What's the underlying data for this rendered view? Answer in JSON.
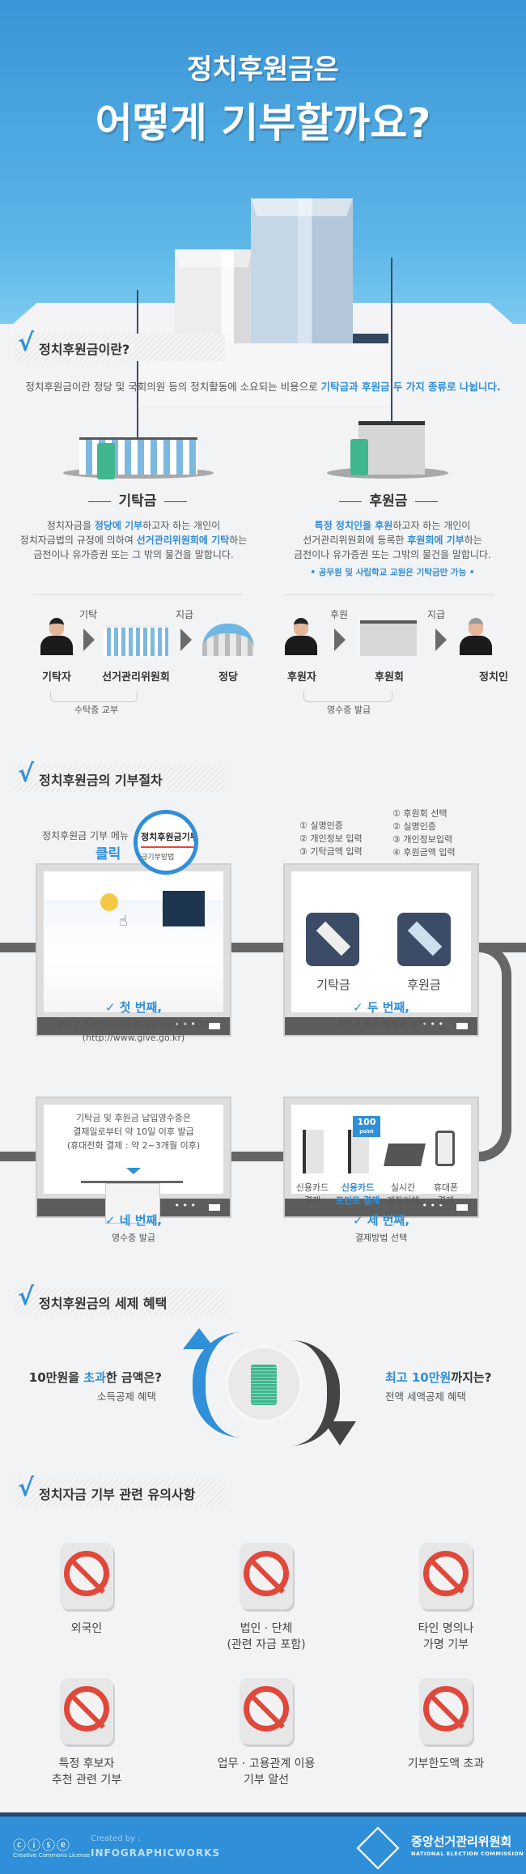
{
  "hero": {
    "title_line1": "정치후원금은",
    "title_line2": "어떻게 기부할까요?"
  },
  "section1": {
    "title": "정치후원금이란?",
    "intro_plain": "정치후원금이란 정당 및 국회의원 등의 정치활동에 소요되는 비용으로 ",
    "intro_highlight": "기탁금과 후원금 두 가지 종류로 나뉩니다.",
    "left": {
      "label": "기탁금",
      "d1a": "정치자금을 ",
      "d1b": "정당에 기부",
      "d1c": "하고자 하는 개인이",
      "d2a": "정치자금법의 규정에 의하여 ",
      "d2b": "선거관리위원회에 기탁",
      "d2c": "하는",
      "d3": "금전이나 유가증권 또는 그 밖의 물건을 말합니다."
    },
    "right": {
      "label": "후원금",
      "d1b": "특정 정치인을 후원",
      "d1c": "하고자 하는 개인이",
      "d2a": "선거관리위원회에 등록한 ",
      "d2b": "후원회에 기부",
      "d2c": "하는",
      "d3": "금전이나 유가증권 또는 그밖의 물건을 말합니다.",
      "note": "• 공무원 및 사립학교 교원은 기탁금만 가능 •"
    },
    "flow_left": {
      "step1": "기탁",
      "step2": "지급",
      "nodes": [
        "기탁자",
        "선거관리위원회",
        "정당"
      ],
      "return": "수탁증 교부"
    },
    "flow_right": {
      "step1": "후원",
      "step2": "지급",
      "nodes": [
        "후원자",
        "후원회",
        "정치인"
      ],
      "return": "영수증 발급"
    }
  },
  "section2": {
    "title": "정치후원금의 기부절차",
    "menu_hint": "정치후원금 기부 메뉴",
    "click": "클릭",
    "zoom_menu": "정치후원금기부",
    "zoom_sub": "금기부방법",
    "giftak_steps": [
      "① 실명인증",
      "② 개인정보 입력",
      "③ 기탁금액 입력"
    ],
    "huwon_steps": [
      "① 후원회 선택",
      "② 실명인증",
      "③ 개인정보입력",
      "④ 후원금액 입력"
    ],
    "btn_giftak": "기탁금",
    "btn_huwon": "후원금",
    "step1": {
      "title": "✓ 첫 번째,",
      "desc": "중앙선거관리위원회 정치후원금센터 접속",
      "url": "(http://www.give.go.kr)"
    },
    "step2": {
      "title": "✓ 두 번째,",
      "desc": "기탁금 또는 후원금 선택"
    },
    "step3": {
      "title": "✓ 세 번째,",
      "desc": "결제방법 선택"
    },
    "step4": {
      "title": "✓ 네 번째,",
      "desc": "영수증 발급"
    },
    "receipt_lines": [
      "기탁금 및 후원금 납입영수증은",
      "결제일로부터 약 10일 이후 발급",
      "(휴대전화 결제 : 약 2~3개월 이후)"
    ],
    "pay": [
      {
        "l1": "신용카드",
        "l2": "결제"
      },
      {
        "l1": "신용카드",
        "l2": "포인트 결제"
      },
      {
        "l1": "실시간",
        "l2": "계좌이체"
      },
      {
        "l1": "휴대폰",
        "l2": "결제"
      }
    ],
    "point_badge": "100",
    "point_sub": "point"
  },
  "section3": {
    "title": "정치후원금의 세제 혜택",
    "left_a": "10만원을 ",
    "left_b": "초과",
    "left_c": "한 금액은?",
    "left_sub": "소득공제 혜택",
    "right_a": "최고 10만원",
    "right_b": "까지는?",
    "right_sub": "전액 세액공제 혜택"
  },
  "section4": {
    "title": "정치자금 기부 관련 유의사항",
    "items": [
      {
        "l1": "외국인",
        "l2": ""
      },
      {
        "l1": "법인 · 단체",
        "l2": "(관련 자금 포함)"
      },
      {
        "l1": "타인 명의나",
        "l2": "가명 기부"
      },
      {
        "l1": "특정 후보자",
        "l2": "추천 관련 기부"
      },
      {
        "l1": "업무 · 고용관계 이용",
        "l2": "기부 알선"
      },
      {
        "l1": "기부한도액 초과",
        "l2": ""
      }
    ]
  },
  "footer": {
    "cc": "Creative Commons License",
    "created": "Created by :",
    "maker": "INFOGRAPHICWORKS",
    "org": "중앙선거관리위원회",
    "org_en": "NATIONAL ELECTION COMMISSION"
  },
  "colors": {
    "accent": "#2f8fd8",
    "dark": "#3c4b66",
    "red": "#e0483b",
    "green": "#3fb68e"
  }
}
